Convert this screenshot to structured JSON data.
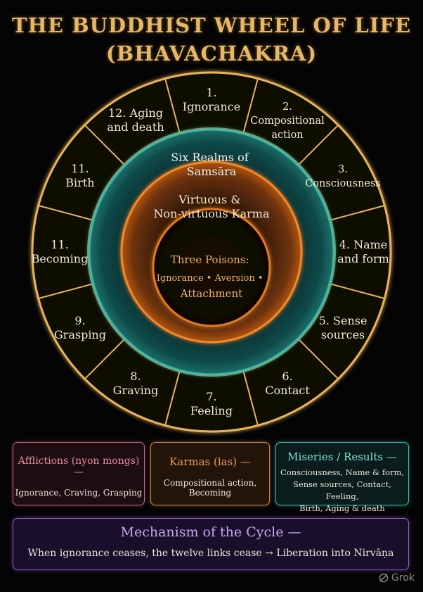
{
  "title": {
    "line1": "THE BUDDHIST WHEEL OF LIFE",
    "line2": "(BHAVACHAKRA)"
  },
  "wheel": {
    "links": [
      {
        "lines": [
          "1.",
          "Ignorance"
        ]
      },
      {
        "lines": [
          "2.",
          "Compositional",
          "action"
        ]
      },
      {
        "lines": [
          "3.",
          "Consciousness"
        ]
      },
      {
        "lines": [
          "4. Name",
          "and form"
        ]
      },
      {
        "lines": [
          "5. Sense",
          "sources"
        ]
      },
      {
        "lines": [
          "6.",
          "Contact"
        ]
      },
      {
        "lines": [
          "7.",
          "Feeling"
        ]
      },
      {
        "lines": [
          "8.",
          "Graving"
        ]
      },
      {
        "lines": [
          "9.",
          "Grasping"
        ]
      },
      {
        "lines": [
          "11.",
          "Becoming"
        ]
      },
      {
        "lines": [
          "11.",
          "Birth"
        ]
      },
      {
        "lines": [
          "12. Aging",
          "and death"
        ]
      }
    ],
    "realms": [
      "Six Realms of",
      "Samsāra"
    ],
    "karma": [
      "Virtuous &",
      "Non-virtuous Karma"
    ],
    "poisons": [
      "Three Poisons:",
      "Ignorance • Aversion •",
      "Attachment"
    ]
  },
  "boxes": {
    "afflictions": {
      "heading": "Afflictions (nyon mongs) —",
      "text": "Ignorance, Craving, Grasping"
    },
    "karmas": {
      "heading": "Karmas (las) —",
      "text": "Compositional action, Becoming"
    },
    "miseries": {
      "heading": "Miseries / Results —",
      "lines": [
        "Consciousness, Name & form,",
        "Sense sources, Contact, Feeling,",
        "Birth, Aging & death"
      ]
    },
    "mechanism": {
      "heading": "Mechanism of the Cycle —",
      "text": "When ignorance ceases, the twelve links cease → Liberation into Nirvāṇa"
    }
  },
  "watermark": "Grok",
  "colors": {
    "title_gold": "#e6b766",
    "outer_ring": "#e8b35a",
    "teal_ring": "#3fb7a7",
    "orange_ring": "#f08a2a",
    "afflictions": "#ec8aa0",
    "karmas": "#f09d52",
    "miseries": "#7fe6d6",
    "mechanism": "#c7a6f5"
  }
}
